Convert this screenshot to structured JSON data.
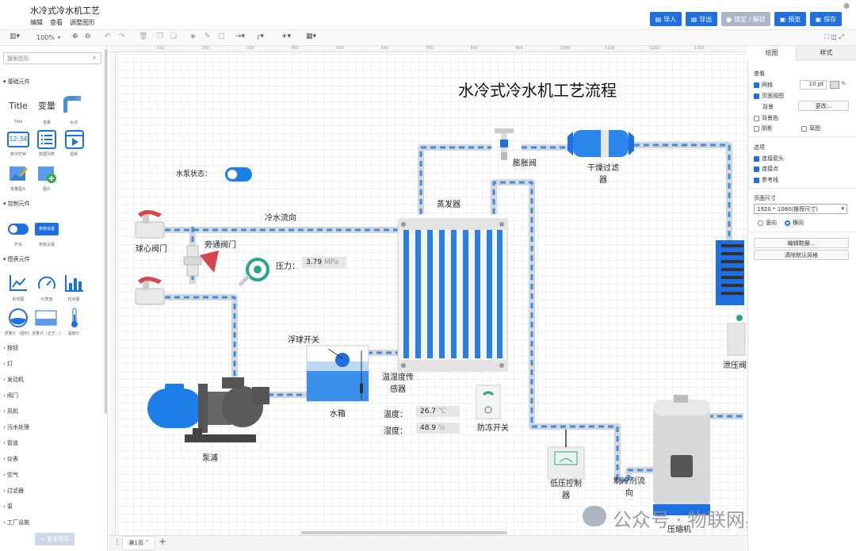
{
  "app": {
    "title": "水冷式冷水机工艺",
    "menu": [
      "编辑",
      "查看",
      "调整图形"
    ]
  },
  "header_buttons": {
    "import": "导入",
    "export": "导出",
    "lock": "锁定 / 解锁",
    "preview": "预览",
    "save": "保存"
  },
  "toolbar": {
    "zoom": "100%"
  },
  "left_panel": {
    "search_placeholder": "搜索图形",
    "sections": {
      "basic": "基础元件",
      "control": "控制元件",
      "chart": "图表元件"
    },
    "basic_items": [
      {
        "big": "Title",
        "small": "Title"
      },
      {
        "big": "变量",
        "small": "变量"
      },
      {
        "big": "",
        "small": "水流"
      },
      {
        "big": "12:34",
        "small": "数字时钟"
      },
      {
        "big": "",
        "small": "数据列表"
      },
      {
        "big": "",
        "small": "视频"
      },
      {
        "big": "",
        "small": "变量图片"
      },
      {
        "big": "",
        "small": "图片"
      }
    ],
    "control_items": [
      {
        "small": "开关"
      },
      {
        "big": "参数设置",
        "small": "参数设置"
      }
    ],
    "chart_items": [
      {
        "small": "折线图"
      },
      {
        "small": "仪表盘"
      },
      {
        "small": "柱状图"
      },
      {
        "small": "流量计（圆形）"
      },
      {
        "small": "流量计（正方...）"
      },
      {
        "small": "温度计"
      }
    ],
    "categories": [
      "按钮",
      "灯",
      "发动机",
      "阀门",
      "风机",
      "污水处理",
      "管道",
      "仪表",
      "空气",
      "过滤器",
      "泵",
      "工厂设施"
    ],
    "more_button": "+ 更多图形"
  },
  "ruler": {
    "marks": [
      "100",
      "200",
      "300",
      "400",
      "500",
      "600",
      "700",
      "800",
      "900",
      "1000",
      "1100",
      "1200",
      "1300"
    ]
  },
  "diagram": {
    "title": "水冷式冷水机工艺流程",
    "pump_status_label": "水泵状态：",
    "cold_water_flow": "冷水流向",
    "ball_valve": "球心阀门",
    "bypass_valve": "旁通阀门",
    "pressure_label": "压力：",
    "pressure_value": "3.79",
    "pressure_unit": "MPa",
    "evaporator": "蒸发器",
    "expansion_valve": "膨胀阀",
    "dryer_filter": "干燥过滤器",
    "float_switch": "浮球开关",
    "water_tank": "水箱",
    "pump": "泵浦",
    "temp_humidity_sensor": "温湿度传感器",
    "temperature_label": "温度：",
    "temperature_value": "26.7",
    "temperature_unit": "℃",
    "humidity_label": "湿度：",
    "humidity_value": "48.9",
    "humidity_unit": "%",
    "antifreeze_switch": "防冻开关",
    "low_pressure_control": "低压控制器",
    "refrigerant_flow": "制冷剂流向",
    "compressor": "压缩机",
    "relief_valve": "泄压阀",
    "watermark": "公众号 · 物联网星球"
  },
  "right_panel": {
    "tabs": [
      "绘图",
      "样式"
    ],
    "view_header": "查看",
    "grid": "网格",
    "grid_size": "10 pt",
    "page_view": "页面视图",
    "background": "背景",
    "change_button": "更改...",
    "bg_color": "背景色",
    "shadow": "阴影",
    "sketch": "草图",
    "options_header": "选项",
    "connect_arrows": "连接箭头",
    "connect_points": "连接点",
    "guides": "参考线",
    "page_size_header": "页面尺寸",
    "page_size_value": "1920 * 1080(推荐尺寸)",
    "portrait": "竖向",
    "landscape": "横向",
    "edit_data": "编辑数据...",
    "clear_style": "清除默认风格"
  },
  "bottom": {
    "page_tab": "第1页"
  }
}
